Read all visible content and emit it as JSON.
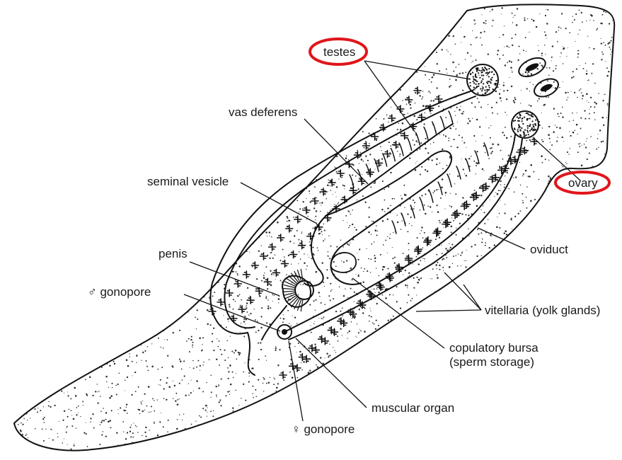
{
  "labels": {
    "testes": "testes",
    "vas_deferens": "vas deferens",
    "seminal_vesicle": "seminal vesicle",
    "penis": "penis",
    "male_gonopore": "♂ gonopore",
    "ovary": "ovary",
    "oviduct": "oviduct",
    "vitellaria": "vitellaria (yolk glands)",
    "copulatory_bursa_line1": "copulatory bursa",
    "copulatory_bursa_line2": "(sperm storage)",
    "muscular_organ": "muscular organ",
    "female_gonopore": "♀ gonopore"
  },
  "highlights": {
    "color": "#e0161b",
    "circled_labels": [
      "testes",
      "ovary"
    ]
  },
  "colors": {
    "ink": "#111111",
    "stipple": "#2a2a2a",
    "background": "#ffffff"
  }
}
